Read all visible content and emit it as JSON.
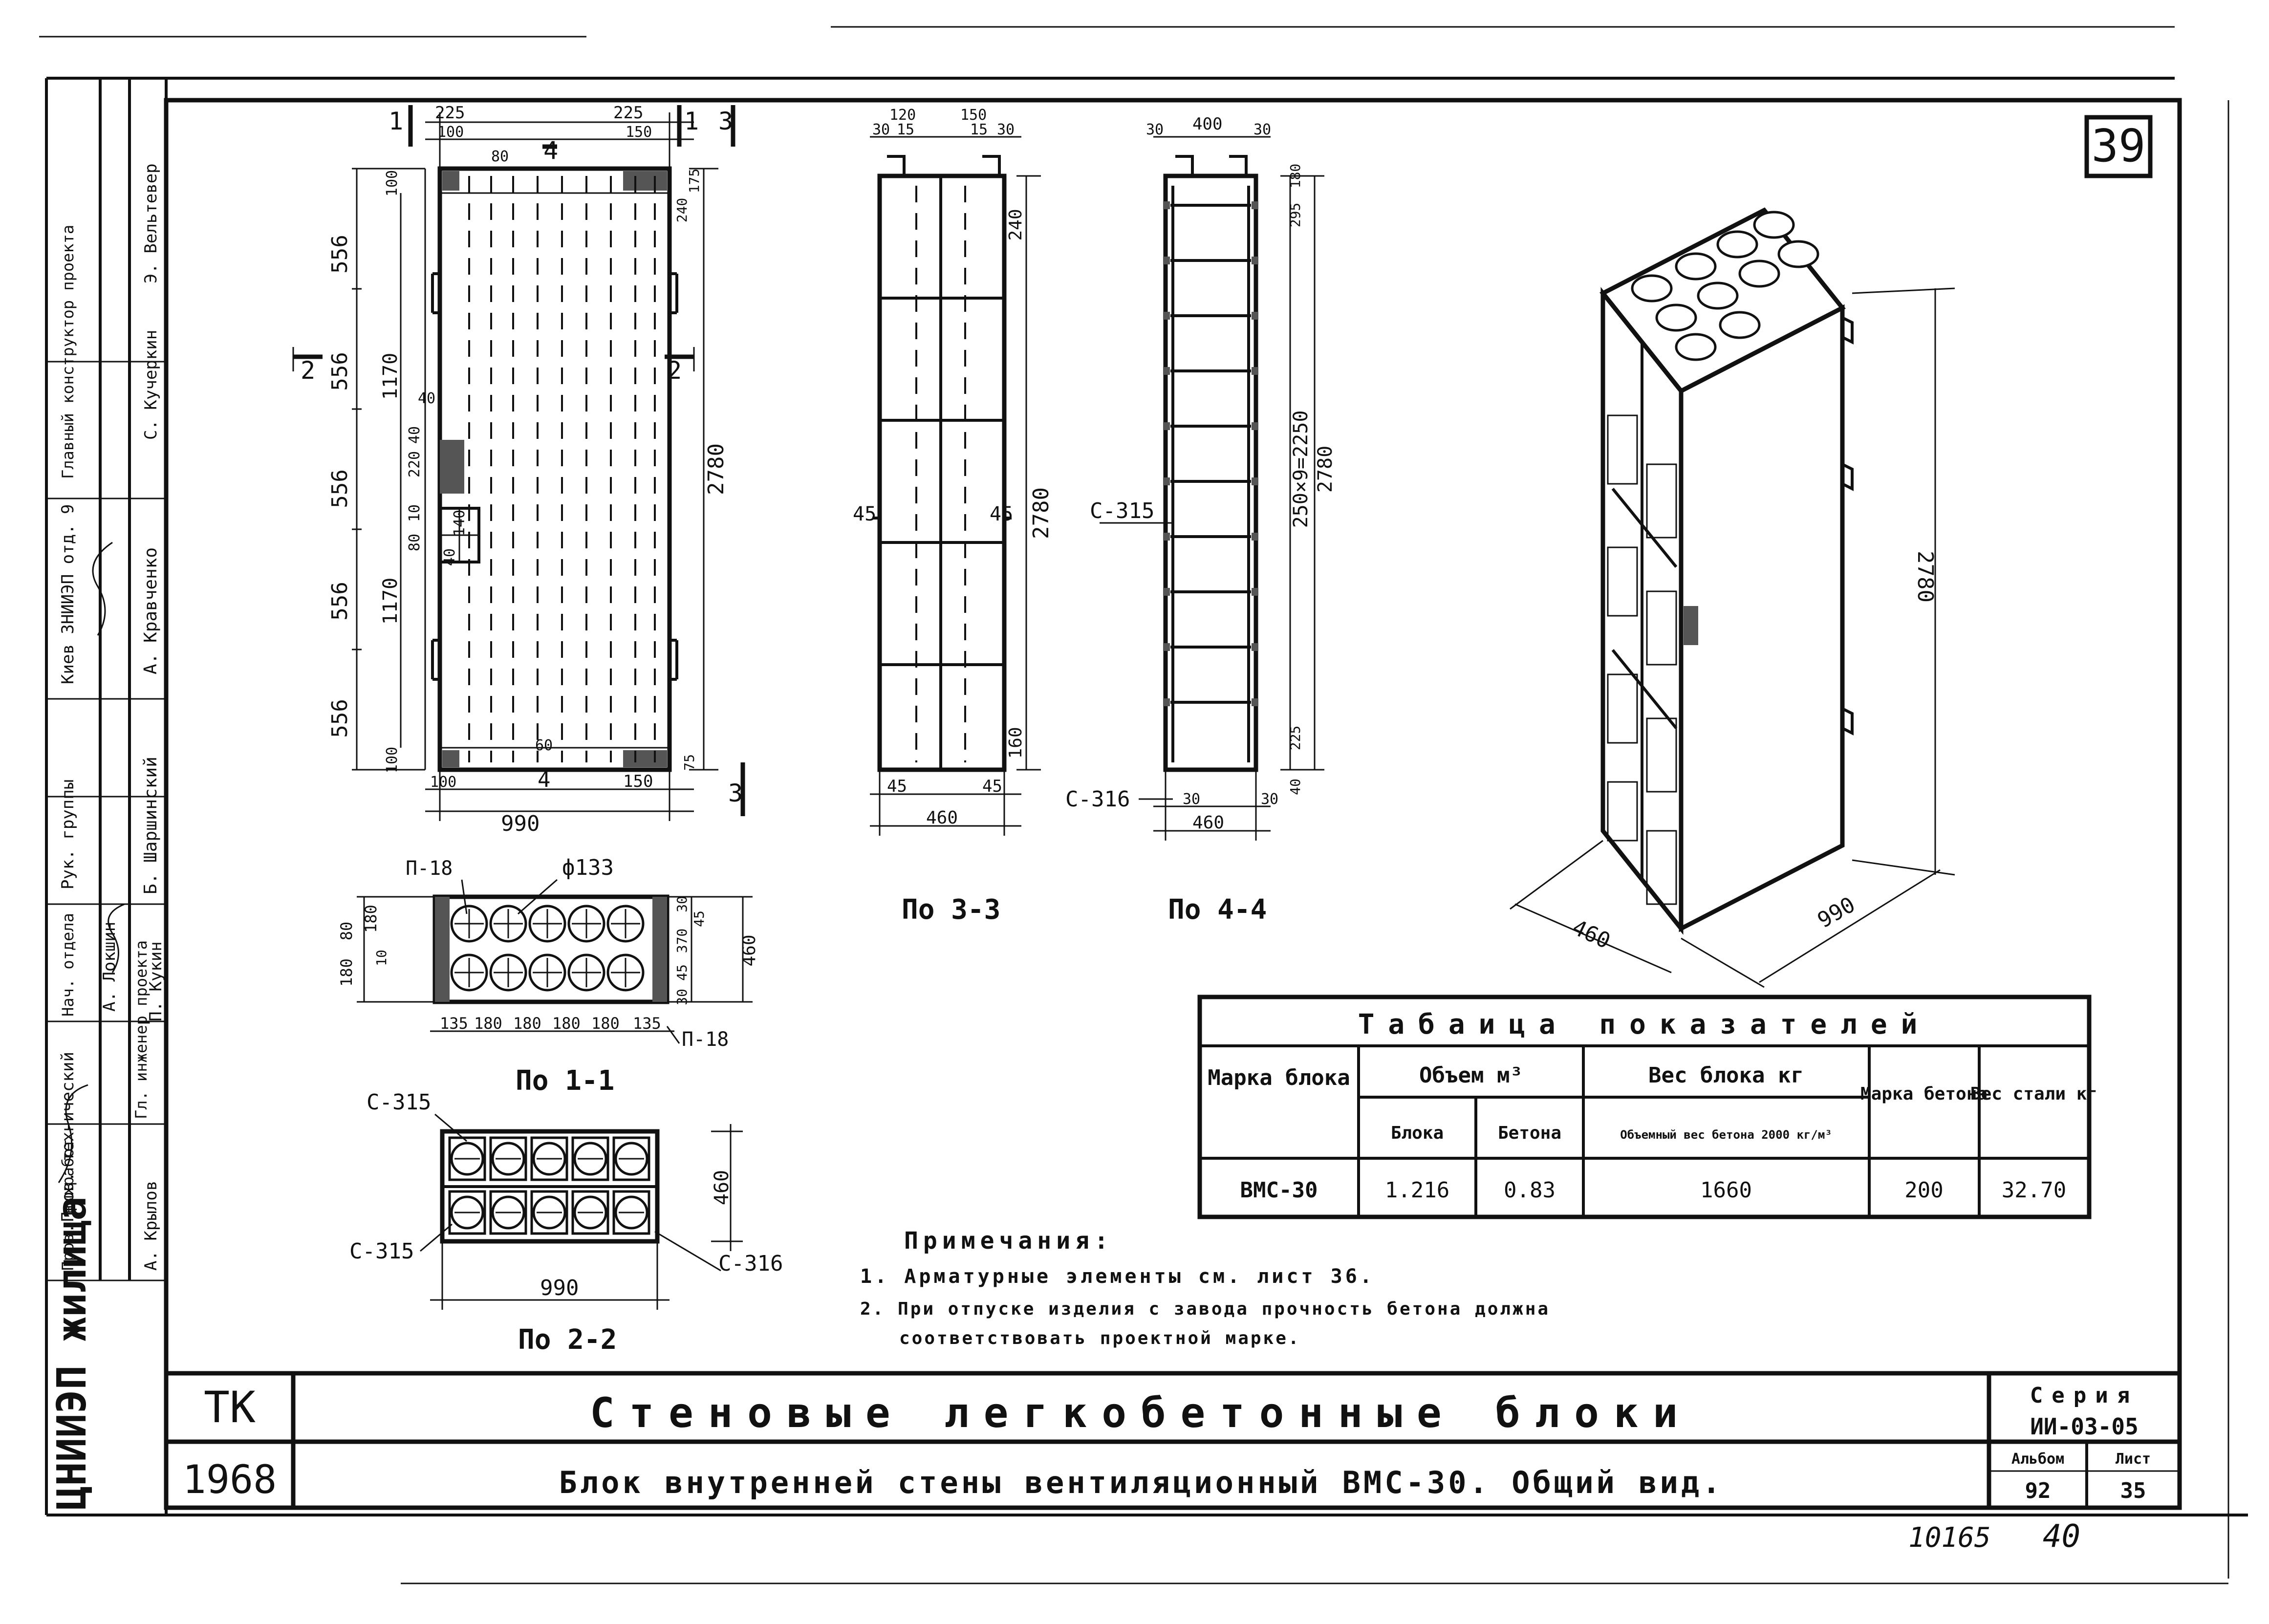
{
  "sheet": {
    "sheet_number": "39",
    "org": "ЦНИИЭП жилища",
    "stamp_rows": [
      {
        "role": "Пров. технический",
        "name": "Э. Вельтевер"
      },
      {
        "role": "Главный конструктор проекта",
        "name": "С. Кучеркин"
      },
      {
        "role": "Киев ЗНИИЭП отд. 9",
        "name": "А. Кравченко"
      },
      {
        "role": "Рук. группы",
        "name": "Б. Шаршинский"
      },
      {
        "role": "Нач. отдела",
        "name": "А. Локшин"
      },
      {
        "role": "Гл. инженер проекта",
        "name": "П. Кукин"
      },
      {
        "role": "Пров. ныхработ",
        "name": "А. Крылов"
      }
    ]
  },
  "title_block": {
    "tk": "ТК",
    "year": "1968",
    "main_title": "Стеновые легкобетонные блоки",
    "subtitle": "Блок внутренней стены вентиляционный ВМС-30. Общий вид.",
    "series_label": "Серия",
    "series_value": "ИИ-03-05",
    "album_label": "Альбом",
    "album_value": "92",
    "list_label": "Лист",
    "list_value": "35"
  },
  "below_frame": {
    "doc_number": "10165",
    "page_number": "40"
  },
  "front_view": {
    "top_dims": [
      "225",
      "100",
      "80",
      "225",
      "150"
    ],
    "section_marks": [
      "1",
      "4",
      "1",
      "3"
    ],
    "left_dims": [
      "556",
      "556",
      "556",
      "556",
      "556"
    ],
    "inner_dims": [
      "1170",
      "1170",
      "100",
      "100"
    ],
    "niche_dims": [
      "40",
      "220",
      "40",
      "10",
      "80",
      "140",
      "40"
    ],
    "right_dims": [
      "175",
      "240",
      "2780",
      "75"
    ],
    "bottom_dims": [
      "100",
      "4",
      "150",
      "990",
      "60"
    ],
    "bottom_mark": "3",
    "side_marks": [
      "2",
      "2"
    ]
  },
  "view_33": {
    "top_dims": [
      "30",
      "120",
      "15",
      "150",
      "15",
      "30"
    ],
    "side_dims": [
      "240",
      "2780",
      "160",
      "45",
      "45"
    ],
    "bottom_dims": [
      "45",
      "45",
      "460"
    ],
    "caption": "По 3-3"
  },
  "view_44": {
    "top_dims": [
      "30",
      "400",
      "30"
    ],
    "side_dims": [
      "180",
      "295",
      "250×9=2250",
      "2780",
      "225",
      "40"
    ],
    "callouts": [
      "С-315",
      "С-316"
    ],
    "bottom_dims": [
      "30",
      "30",
      "460"
    ],
    "caption": "По 4-4"
  },
  "section_11": {
    "callouts": [
      "П-18",
      "ф133",
      "П-18"
    ],
    "bottom_dims": [
      "135",
      "180",
      "180",
      "180",
      "180",
      "135"
    ],
    "left_dims": [
      "180",
      "80",
      "180",
      "10"
    ],
    "right_dims": [
      "30",
      "45",
      "370",
      "45",
      "30",
      "460"
    ],
    "caption": "По 1-1"
  },
  "section_22": {
    "callouts": [
      "С-315",
      "С-315",
      "С-316"
    ],
    "width_dim": "990",
    "height_dim": "460",
    "caption": "По 2-2"
  },
  "isometric": {
    "height_dim": "2780",
    "width_dim": "990",
    "depth_dim": "460"
  },
  "table": {
    "title": "Табаица показателей",
    "headers": {
      "mark_block": "Марка блока",
      "volume": "Объем м³",
      "weight_block": "Вес блока кг",
      "mark_concrete": "Марка бетона",
      "weight_steel": "Вес стали кг"
    },
    "subheaders": {
      "vol_block": "Блока",
      "vol_concrete": "Бетона",
      "weight_note": "Объемный вес бетона 2000 кг/м³"
    },
    "row": {
      "mark": "ВМС-30",
      "vol_block": "1.216",
      "vol_concrete": "0.83",
      "weight": "1660",
      "concrete_mark": "200",
      "steel": "32.70"
    }
  },
  "notes": {
    "heading": "Примечания:",
    "items": [
      "1. Арматурные элементы см. лист 36.",
      "2. При отпуске изделия с завода прочность бетона должна",
      "соответствовать проектной марке."
    ]
  }
}
